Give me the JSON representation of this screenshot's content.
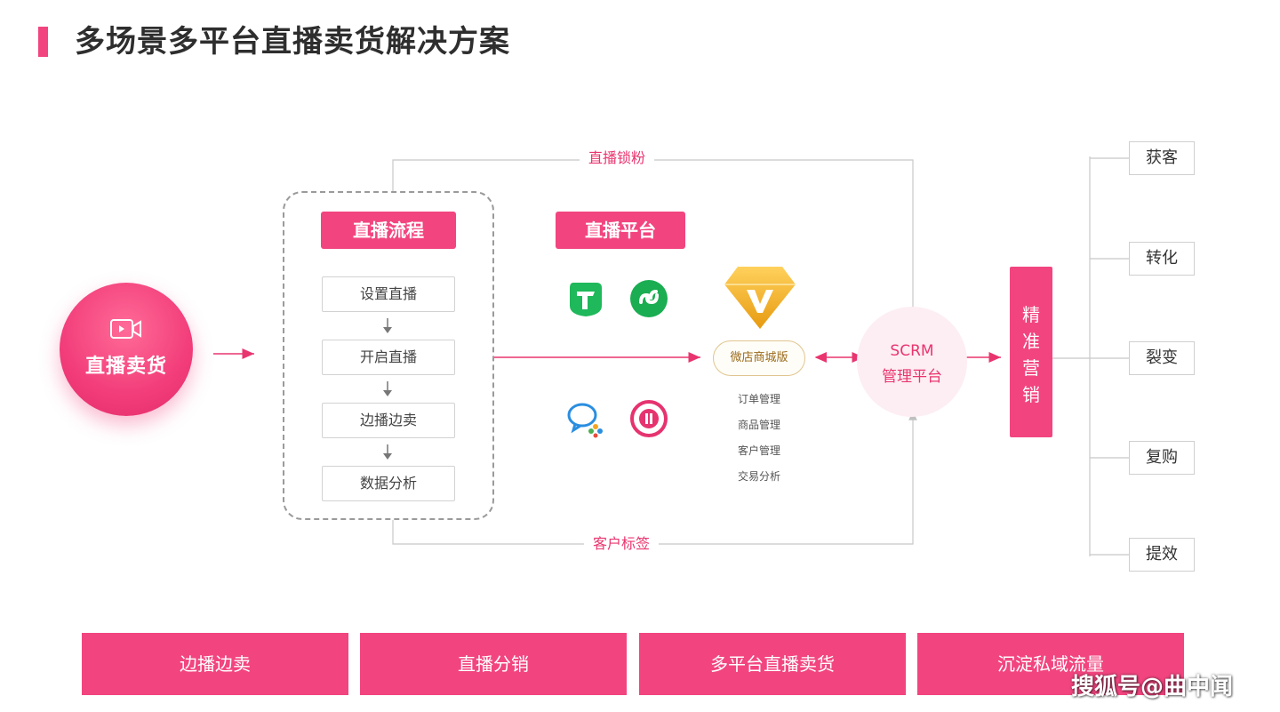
{
  "title": "多场景多平台直播卖货解决方案",
  "hero": {
    "label": "直播卖货",
    "icon": "video-camera-icon"
  },
  "flow": {
    "label": "直播流程",
    "steps": [
      "设置直播",
      "开启直播",
      "边播边卖",
      "数据分析"
    ]
  },
  "platforms": {
    "label": "直播平台",
    "icons": [
      "tencent-live-icon",
      "mini-program-icon",
      "wechat-work-icon",
      "weibo-live-icon"
    ]
  },
  "shop": {
    "name": "微店商城版",
    "icon": "diamond-v-icon",
    "items": [
      "订单管理",
      "商品管理",
      "客户管理",
      "交易分析"
    ]
  },
  "scrm": {
    "line1": "SCRM",
    "line2": "管理平台"
  },
  "connectors": {
    "top": "直播锁粉",
    "bottom": "客户标签"
  },
  "marketing": {
    "chars": [
      "精",
      "准",
      "营",
      "销"
    ]
  },
  "outcomes": [
    "获客",
    "转化",
    "裂变",
    "复购",
    "提效"
  ],
  "bottom_bars": [
    "边播边卖",
    "直播分销",
    "多平台直播卖货",
    "沉淀私域流量"
  ],
  "watermark": "搜狐号@曲中闻",
  "colors": {
    "accent": "#f2457f",
    "gold": "#f5b32a",
    "line": "#c8c8c8"
  }
}
